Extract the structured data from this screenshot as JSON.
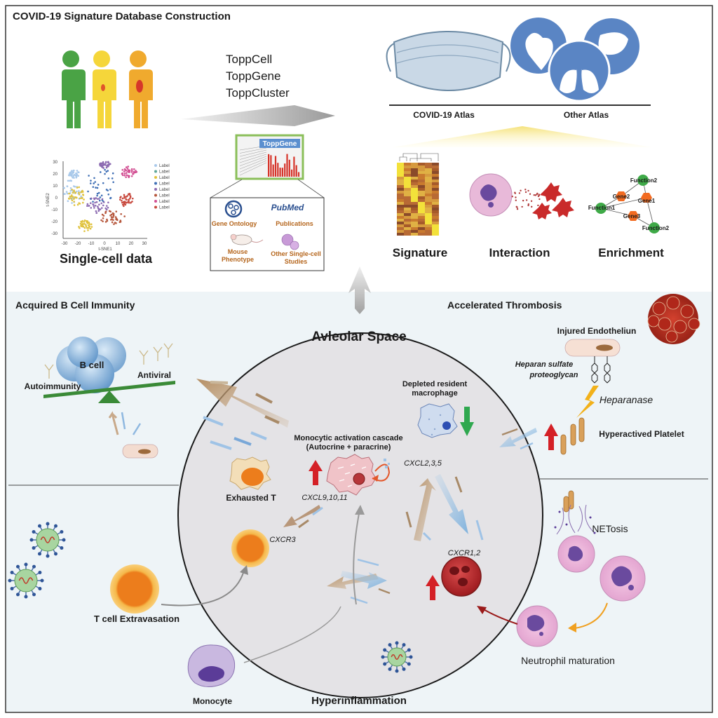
{
  "top": {
    "title": "COVID-19 Signature Database Construction",
    "tools": [
      "ToppCell",
      "ToppGene",
      "ToppCluster"
    ],
    "single_cell_label": "Single-cell data",
    "tsne": {
      "x_axis": "t-SNE1",
      "y_axis": "t-SNE2",
      "x_ticks": [
        "-30",
        "-20",
        "-10",
        "0",
        "10",
        "20",
        "30"
      ],
      "y_ticks": [
        "30",
        "20",
        "10",
        "0",
        "-10",
        "-20",
        "-30"
      ],
      "legend_label": "Label",
      "legend_colors": [
        "#a9c9ea",
        "#5fa79a",
        "#e0c23c",
        "#3f6fb5",
        "#8c6bb1",
        "#b6573c",
        "#d24f93",
        "#c84a3f"
      ]
    },
    "toppgene_logo": "ToppGene",
    "resources": {
      "gene_ontology": "Gene Ontology",
      "publications": "Publications",
      "pubmed": "PubMed",
      "mouse": [
        "Mouse",
        "Phenotype"
      ],
      "other_studies": [
        "Other Single-cell",
        "Studies"
      ]
    },
    "atlas": {
      "covid": "COVID-19 Atlas",
      "other": "Other Atlas"
    },
    "outputs": [
      "Signature",
      "Interaction",
      "Enrichment"
    ],
    "network": {
      "function2_top": "Function2",
      "gene2": "Gene2",
      "gene1": "Gene1",
      "function1": "Function1",
      "gene3": "Gene3",
      "function2_bottom": "Function2"
    }
  },
  "bottom": {
    "acquired": "Acquired B Cell Immunity",
    "b_cell": "B cell",
    "autoimmunity": "Autoimmunity",
    "antiviral": "Antiviral",
    "accelerated": "Accelerated Thrombosis",
    "injured": "Injured Endotheliun",
    "heparan_sulfate": [
      "Heparan sulfate",
      "proteoglycan"
    ],
    "heparanase": "Heparanase",
    "platelet": "Hyperactived Platelet",
    "alveolar": "Avleolar Space",
    "depleted": [
      "Depleted resident",
      "macrophage"
    ],
    "cascade": [
      "Monocytic activation cascade",
      "(Autocrine + paracrine)"
    ],
    "cxcl2": "CXCL2,3,5",
    "cxcl9": "CXCL9,10,11",
    "exhausted": "Exhausted T",
    "cxcr3": "CXCR3",
    "cxcr1": "CXCR1,2",
    "netosis": "NETosis",
    "t_extravasation": "T cell Extravasation",
    "monocyte": "Monocyte",
    "hyperinflammation": "Hyperinflammation",
    "neutrophil_maturation": "Neutrophil maturation"
  },
  "colors": {
    "panel_bg": "#eef4f7",
    "alveolus": "#e4e3e6",
    "up_arrow": "#d42026",
    "down_arrow": "#2fa84f",
    "human_green": "#4aa345",
    "human_yellow": "#f5d63a",
    "human_orange": "#f0aa2e",
    "network_orange": "#f26b21",
    "network_green": "#3faa48",
    "organ_blue": "#5a85c4"
  }
}
